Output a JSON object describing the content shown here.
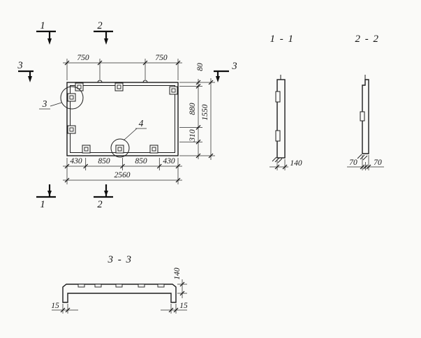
{
  "plan": {
    "cuts": {
      "top_1": "1",
      "top_2": "2",
      "bottom_1": "1",
      "bottom_2": "2",
      "left_3": "3",
      "right_3": "3"
    },
    "details": {
      "circle_3": "3",
      "circle_4": "4"
    },
    "dims": {
      "top_750_left": "750",
      "top_750_right": "750",
      "right_80": "80",
      "right_880": "880",
      "right_310": "310",
      "right_1550": "1550",
      "bottom_430_left": "430",
      "bottom_850_left": "850",
      "bottom_850_right": "850",
      "bottom_430_right": "430",
      "bottom_2560": "2560"
    }
  },
  "sections": {
    "s11": {
      "title": "1 - 1",
      "dim_140": "140"
    },
    "s22": {
      "title": "2 - 2",
      "dim_70_left": "70",
      "dim_70_right": "70"
    },
    "s33": {
      "title": "3 - 3",
      "dim_140": "140",
      "dim_15_left": "15",
      "dim_15_right": "15"
    }
  }
}
